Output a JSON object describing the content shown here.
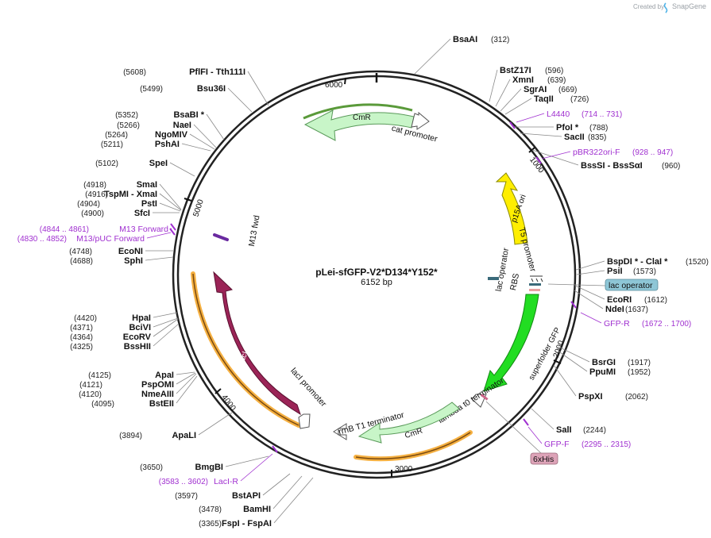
{
  "header": {
    "created_by": "Created by",
    "brand": "SnapGene"
  },
  "plasmid": {
    "name": "pLei-sfGFP-V2*D134*Y152*",
    "size_label": "6152 bp",
    "total_bp": 6152
  },
  "ticks": [
    {
      "label": "1000",
      "bp": 1000
    },
    {
      "label": "2000",
      "bp": 2000
    },
    {
      "label": "3000",
      "bp": 3000
    },
    {
      "label": "4000",
      "bp": 4000
    },
    {
      "label": "5000",
      "bp": 5000
    },
    {
      "label": "6000",
      "bp": 6000
    }
  ],
  "sites": [
    {
      "name": "BsaAI",
      "pos": "(312)"
    },
    {
      "name": "BstZ17I",
      "pos": "(596)"
    },
    {
      "name": "XmnI",
      "pos": "(639)"
    },
    {
      "name": "SgrAI",
      "pos": "(669)"
    },
    {
      "name": "TaqII",
      "pos": "(726)"
    },
    {
      "name": "PfoI *",
      "pos": "(788)"
    },
    {
      "name": "SacII",
      "pos": "(835)"
    },
    {
      "name": "BssSI - BssSαI",
      "pos": "(960)"
    },
    {
      "name": "BspDI * - ClaI *",
      "pos": "(1520)"
    },
    {
      "name": "PsiI",
      "pos": "(1573)"
    },
    {
      "name": "EcoRI",
      "pos": "(1612)"
    },
    {
      "name": "NdeI",
      "pos": "(1637)"
    },
    {
      "name": "BsrGI",
      "pos": "(1917)"
    },
    {
      "name": "PpuMI",
      "pos": "(1952)"
    },
    {
      "name": "PspXI",
      "pos": "(2062)"
    },
    {
      "name": "SalI",
      "pos": "(2244)"
    },
    {
      "name": "FspI - FspAI",
      "pos": "(3365)"
    },
    {
      "name": "BamHI",
      "pos": "(3478)"
    },
    {
      "name": "BstAPI",
      "pos": "(3597)"
    },
    {
      "name": "BmgBI",
      "pos": "(3650)"
    },
    {
      "name": "ApaLI",
      "pos": "(3894)"
    },
    {
      "name": "BstEII",
      "pos": "(4095)"
    },
    {
      "name": "NmeAIII",
      "pos": "(4120)"
    },
    {
      "name": "PspOMI",
      "pos": "(4121)"
    },
    {
      "name": "ApaI",
      "pos": "(4125)"
    },
    {
      "name": "BssHII",
      "pos": "(4325)"
    },
    {
      "name": "EcoRV",
      "pos": "(4364)"
    },
    {
      "name": "BciVI",
      "pos": "(4371)"
    },
    {
      "name": "HpaI",
      "pos": "(4420)"
    },
    {
      "name": "SphI",
      "pos": "(4688)"
    },
    {
      "name": "EcoNI",
      "pos": "(4748)"
    },
    {
      "name": "SfcI",
      "pos": "(4900)"
    },
    {
      "name": "PstI",
      "pos": "(4904)"
    },
    {
      "name": "TspMI - XmaI",
      "pos": "(4916)"
    },
    {
      "name": "SmaI",
      "pos": "(4918)"
    },
    {
      "name": "SpeI",
      "pos": "(5102)"
    },
    {
      "name": "PshAI",
      "pos": "(5211)"
    },
    {
      "name": "NgoMIV",
      "pos": "(5264)"
    },
    {
      "name": "NaeI",
      "pos": "(5266)"
    },
    {
      "name": "BsaBI *",
      "pos": "(5352)"
    },
    {
      "name": "Bsu36I",
      "pos": "(5499)"
    },
    {
      "name": "PflFI - Tth111I",
      "pos": "(5608)"
    }
  ],
  "primers": [
    {
      "name": "L4440",
      "range": "(714 .. 731)"
    },
    {
      "name": "pBR322ori-F",
      "range": "(928 .. 947)"
    },
    {
      "name": "GFP-R",
      "range": "(1672 .. 1700)"
    },
    {
      "name": "GFP-F",
      "range": "(2295 .. 2315)"
    },
    {
      "name": "LacI-R",
      "range": "(3583 .. 3602)"
    },
    {
      "name": "M13 Forward",
      "range": "(4844 .. 4861)"
    },
    {
      "name": "M13/pUC Forward",
      "range": "(4830 .. 4852)"
    }
  ],
  "features": {
    "cmr_top": "CmR",
    "cat_promoter": "cat promoter",
    "p15a_ori": "p15A ori",
    "t5_promoter": "T5 promoter",
    "lac_operator_inner": "lac operator",
    "lac_operator_box": "lac operator",
    "rbs": "RBS",
    "superfolder_gfp": "superfolder GFP",
    "lambda_t0": "lambda t0 terminator",
    "six_his": "6xHis",
    "cmr_bottom": "CmR",
    "rrnb_t1": "rrnB T1 terminator",
    "laci": "lacI",
    "laci_promoter": "lacI promoter",
    "m13_fwd": "M13 fwd"
  },
  "colors": {
    "cmr": "#c8f5c8",
    "cmr_stroke": "#5a9a5a",
    "p15a": "#ffee00",
    "gfp": "#22dd22",
    "laci": "#9b2457",
    "orf_bar": "#f5b041",
    "primer": "#a030d0",
    "lac_operator_box": "#8ec6d6",
    "six_his_box": "#dda3b8"
  }
}
